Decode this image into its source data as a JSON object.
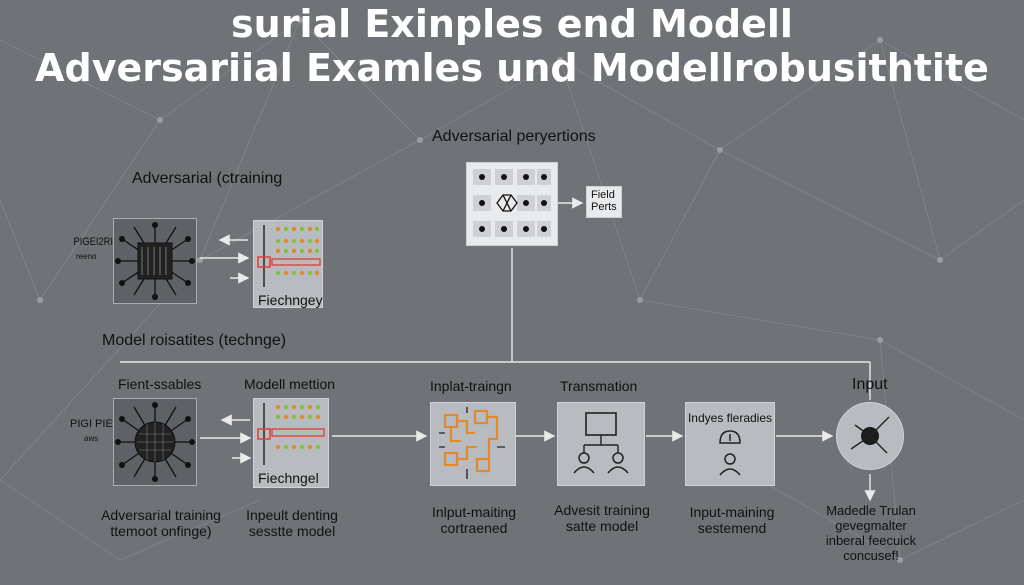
{
  "title": {
    "line1": "surial Exinples end Modell",
    "line2": "Adversariial Examles und Modellrobusithtite"
  },
  "top_section": {
    "perturbations_label": "Adversarial peryertions",
    "field_box": [
      "Field",
      "Perts"
    ],
    "adv_training_label": "Adversarial (ctraining",
    "side_label": [
      "PIGEI2RI",
      "reeno"
    ],
    "feature_label": "Fiechngey"
  },
  "bottom_section": {
    "section_label": "Model roisatites (technge)",
    "side_label": [
      "PIGI PIEDS",
      "aws"
    ],
    "col_labels": [
      "Fient-ssables",
      "Modell mettion",
      "Inplat-traingn",
      "Transmation",
      "Input"
    ],
    "feature_label": "Fiechngel",
    "box4_label": "Indyes fleradies",
    "captions": [
      [
        "Adversarial training",
        "ttemoot onfinge)"
      ],
      [
        "Inpeult denting",
        "sesstte model"
      ],
      [
        "Inlput-maiting",
        "cortraened"
      ],
      [
        "Advesit training",
        "satte model"
      ],
      [
        "Input-maining",
        "sestemend"
      ],
      [
        "Madedle Trulan",
        "gevegmalter",
        "inberal feecuick",
        "concusef!"
      ]
    ]
  },
  "colors": {
    "background": "#6f7277",
    "accent_orange": "#e08a2c",
    "accent_red": "#e0453b",
    "accent_green": "#7fc241"
  }
}
